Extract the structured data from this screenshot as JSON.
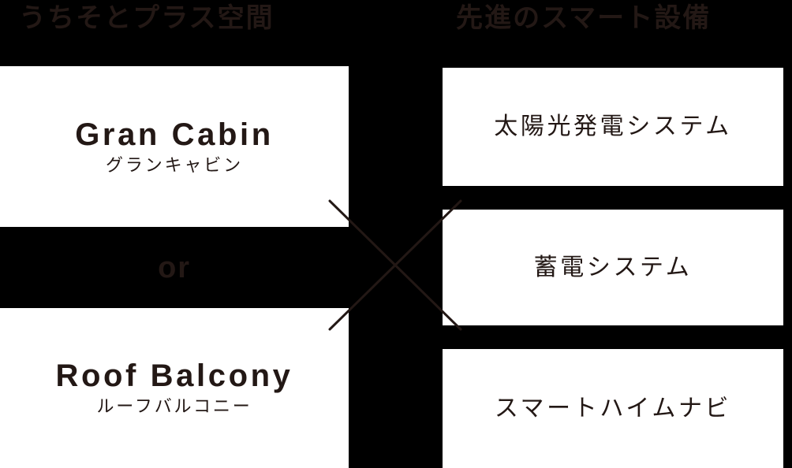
{
  "columns": {
    "left": {
      "header": "うちそとプラス空間",
      "options": [
        {
          "title_en": "Gran Cabin",
          "title_jp": "グランキャビン"
        },
        {
          "title_en": "Roof Balcony",
          "title_jp": "ルーフバルコニー"
        }
      ],
      "divider_label": "or"
    },
    "right": {
      "header": "先進のスマート設備",
      "items": [
        {
          "label": "太陽光発電システム"
        },
        {
          "label": "蓄電システム"
        },
        {
          "label": "スマートハイムナビ"
        }
      ]
    }
  },
  "connector": {
    "icon": "cross-x-icon",
    "stroke_color": "#231815"
  },
  "colors": {
    "background": "#000000",
    "card_background": "#ffffff",
    "text": "#231815"
  }
}
